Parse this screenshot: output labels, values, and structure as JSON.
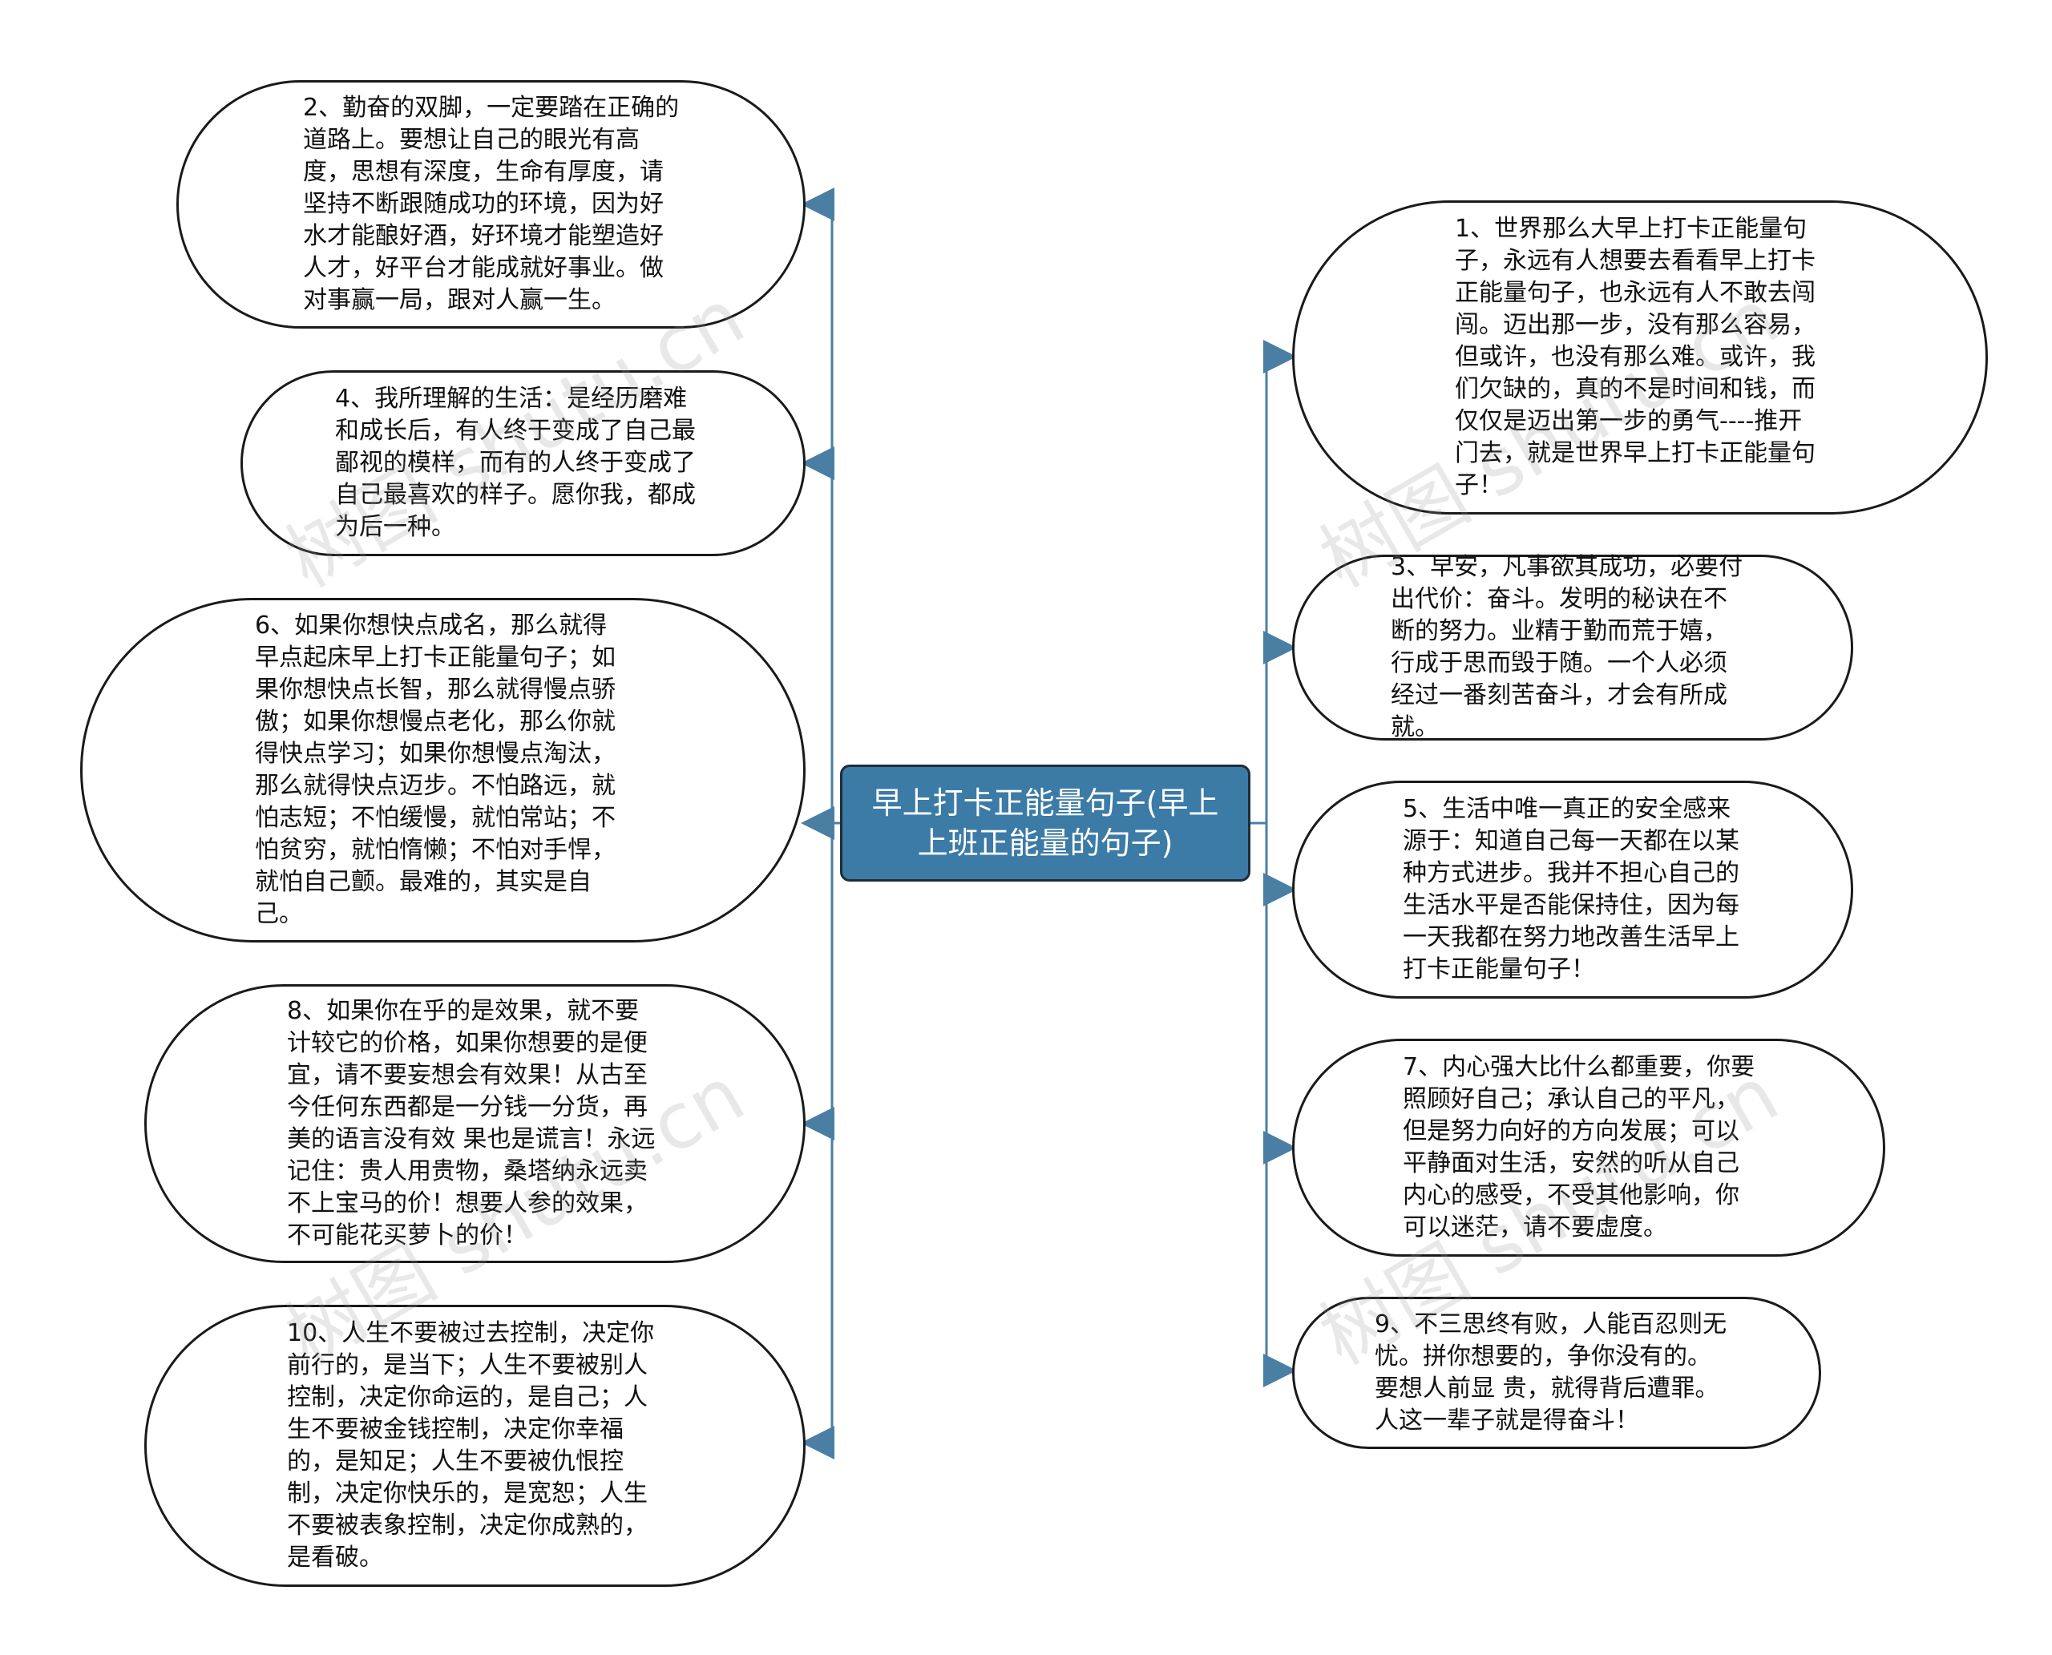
{
  "center": {
    "label": "早上打卡正能量句子(早上上班正能量的句子)"
  },
  "left_nodes": [
    {
      "text": "2、勤奋的双脚，一定要踏在正确的道路上。要想让自己的眼光有高度，思想有深度，生命有厚度，请坚持不断跟随成功的环境，因为好水才能酿好酒，好环境才能塑造好人才，好平台才能成就好事业。做对事赢一局，跟对人赢一生。"
    },
    {
      "text": "4、我所理解的生活：是经历磨难和成长后，有人终于变成了自己最鄙视的模样，而有的人终于变成了自己最喜欢的样子。愿你我，都成为后一种。"
    },
    {
      "text": "6、如果你想快点成名，那么就得早点起床早上打卡正能量句子；如果你想快点长智，那么就得慢点骄傲；如果你想慢点老化，那么你就得快点学习；如果你想慢点淘汰，那么就得快点迈步。不怕路远，就怕志短；不怕缓慢，就怕常站；不怕贫穷，就怕惰懒；不怕对手悍，就怕自己颤。最难的，其实是自己。"
    },
    {
      "text": "8、如果你在乎的是效果，就不要计较它的价格，如果你想要的是便宜，请不要妄想会有效果！从古至今任何东西都是一分钱一分货，再美的语言没有效 果也是谎言！永远记住：贵人用贵物，桑塔纳永远卖不上宝马的价！想要人参的效果，不可能花买萝卜的价！"
    },
    {
      "text": "10、人生不要被过去控制，决定你前行的，是当下；人生不要被别人控制，决定你命运的，是自己；人生不要被金钱控制，决定你幸福的，是知足；人生不要被仇恨控制，决定你快乐的，是宽恕；人生不要被表象控制，决定你成熟的，是看破。"
    }
  ],
  "right_nodes": [
    {
      "text": "1、世界那么大早上打卡正能量句子，永远有人想要去看看早上打卡正能量句子，也永远有人不敢去闯闯。迈出那一步，没有那么容易，但或许，也没有那么难。或许，我们欠缺的，真的不是时间和钱，而仅仅是迈出第一步的勇气----推开门去，就是世界早上打卡正能量句子！"
    },
    {
      "text": "3、早安，凡事欲其成功，必要付出代价：奋斗。发明的秘诀在不断的努力。业精于勤而荒于嬉，行成于思而毁于随。一个人必须经过一番刻苦奋斗，才会有所成就。"
    },
    {
      "text": "5、生活中唯一真正的安全感来源于：知道自己每一天都在以某种方式进步。我并不担心自己的生活水平是否能保持住，因为每一天我都在努力地改善生活早上打卡正能量句子！"
    },
    {
      "text": "7、内心强大比什么都重要，你要照顾好自己；承认自己的平凡，但是努力向好的方向发展；可以平静面对生活，安然的听从自己内心的感受，不受其他影响，你可以迷茫，请不要虚度。"
    },
    {
      "text": "9、不三思终有败，人能百忍则无忧。拼你想要的，争你没有的。要想人前显 贵，就得背后遭罪。人这一辈子就是得奋斗！"
    }
  ],
  "watermark": "树图 shutu.cn",
  "colors": {
    "center_fill": "#3b7ba6",
    "connector": "#4a7fa3"
  }
}
